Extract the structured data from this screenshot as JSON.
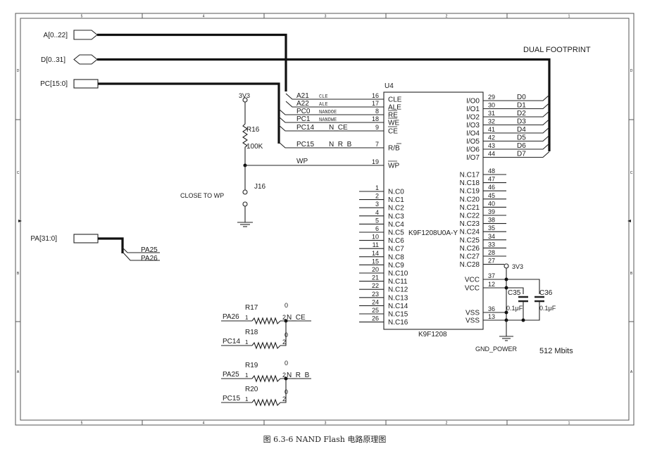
{
  "figure_caption": "图 6.3-6   NAND Flash 电路原理图",
  "frame": {
    "columns": [
      "5",
      "4",
      "3",
      "2",
      "1"
    ],
    "rows": [
      "D",
      "C",
      "B",
      "A"
    ]
  },
  "ports": {
    "address": "A[0..22]",
    "data": "D[0..31]",
    "pc": "PC[15:0]",
    "pa": "PA[31:0]"
  },
  "notes": {
    "dual_footprint": "DUAL FOOTPRINT",
    "capacity": "512 Mbits",
    "close_to_wp": "CLOSE TO WP"
  },
  "chip": {
    "refdes": "U4",
    "part": "K9F1208U0A-Y",
    "footer": "K9F1208",
    "left_pins": [
      {
        "net": "A21",
        "alias": "CLE",
        "num": "16",
        "name": "CLE"
      },
      {
        "net": "A22",
        "alias": "ALE",
        "num": "17",
        "name": "ALE"
      },
      {
        "net": "PC0",
        "alias": "NANDOE",
        "num": "8",
        "name": "RE"
      },
      {
        "net": "PC1",
        "alias": "NANDWE",
        "num": "18",
        "name": "WE"
      },
      {
        "net": "PC14",
        "alias": "N_CE",
        "num": "9",
        "name": "CE"
      },
      {
        "net": "PC15",
        "alias": "N_R_B",
        "num": "7",
        "name": "R/B"
      },
      {
        "net": "WP",
        "alias": "",
        "num": "19",
        "name": "WP"
      }
    ],
    "nc_left": [
      {
        "num": "1",
        "name": "N.C0"
      },
      {
        "num": "2",
        "name": "N.C1"
      },
      {
        "num": "3",
        "name": "N.C2"
      },
      {
        "num": "4",
        "name": "N.C3"
      },
      {
        "num": "5",
        "name": "N.C4"
      },
      {
        "num": "6",
        "name": "N.C5"
      },
      {
        "num": "10",
        "name": "N.C6"
      },
      {
        "num": "11",
        "name": "N.C7"
      },
      {
        "num": "14",
        "name": "N.C8"
      },
      {
        "num": "15",
        "name": "N.C9"
      },
      {
        "num": "20",
        "name": "N.C10"
      },
      {
        "num": "21",
        "name": "N.C11"
      },
      {
        "num": "22",
        "name": "N.C12"
      },
      {
        "num": "23",
        "name": "N.C13"
      },
      {
        "num": "24",
        "name": "N.C14"
      },
      {
        "num": "25",
        "name": "N.C15"
      },
      {
        "num": "26",
        "name": "N.C16"
      }
    ],
    "io_pins": [
      {
        "name": "I/O0",
        "num": "29",
        "net": "D0"
      },
      {
        "name": "I/O1",
        "num": "30",
        "net": "D1"
      },
      {
        "name": "I/O2",
        "num": "31",
        "net": "D2"
      },
      {
        "name": "I/O3",
        "num": "32",
        "net": "D3"
      },
      {
        "name": "I/O4",
        "num": "41",
        "net": "D4"
      },
      {
        "name": "I/O5",
        "num": "42",
        "net": "D5"
      },
      {
        "name": "I/O6",
        "num": "43",
        "net": "D6"
      },
      {
        "name": "I/O7",
        "num": "44",
        "net": "D7"
      }
    ],
    "nc_right": [
      {
        "name": "N.C17",
        "num": "48"
      },
      {
        "name": "N.C18",
        "num": "47"
      },
      {
        "name": "N.C19",
        "num": "46"
      },
      {
        "name": "N.C20",
        "num": "45"
      },
      {
        "name": "N.C21",
        "num": "40"
      },
      {
        "name": "N.C22",
        "num": "39"
      },
      {
        "name": "N.C23",
        "num": "38"
      },
      {
        "name": "N.C24",
        "num": "35"
      },
      {
        "name": "N.C25",
        "num": "34"
      },
      {
        "name": "N.C26",
        "num": "33"
      },
      {
        "name": "N.C27",
        "num": "28"
      },
      {
        "name": "N.C28",
        "num": "27"
      }
    ],
    "power_pins": [
      {
        "name": "VCC",
        "num": "37"
      },
      {
        "name": "VCC",
        "num": "12"
      },
      {
        "name": "VSS",
        "num": "36"
      },
      {
        "name": "VSS",
        "num": "13"
      }
    ]
  },
  "power": {
    "rail": "3V3",
    "gnd_label": "GND_POWER"
  },
  "passives": {
    "r16": {
      "ref": "R16",
      "value": "100K"
    },
    "j16": {
      "ref": "J16"
    },
    "c35": {
      "ref": "C35",
      "value": "0.1μF"
    },
    "c36": {
      "ref": "C36",
      "value": "0.1μF"
    },
    "r17": {
      "ref": "R17",
      "value": "0",
      "in": "PA26",
      "out": "N_CE",
      "p1": "1",
      "p2": "2"
    },
    "r18": {
      "ref": "R18",
      "value": "0",
      "in": "PC14",
      "p1": "1",
      "p2": "2"
    },
    "r19": {
      "ref": "R19",
      "value": "0",
      "in": "PA25",
      "out": "N_R_B",
      "p1": "1",
      "p2": "2"
    },
    "r20": {
      "ref": "R20",
      "value": "0",
      "in": "PC15",
      "p1": "1",
      "p2": "2"
    }
  },
  "pa_taps": [
    "PA25",
    "PA26"
  ]
}
